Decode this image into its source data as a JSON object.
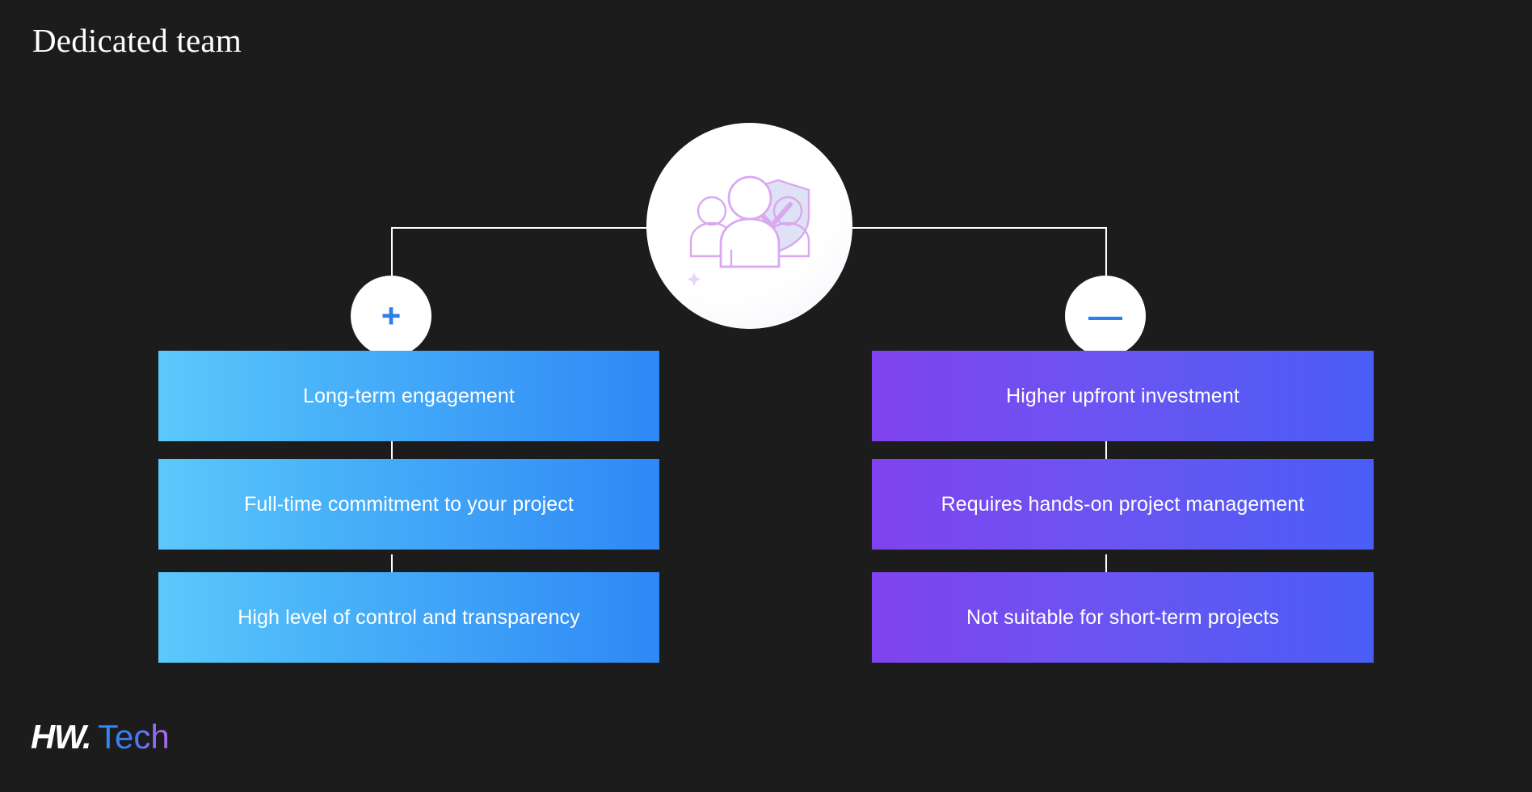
{
  "page": {
    "title": "Dedicated team",
    "background_color": "#1c1c1c"
  },
  "hero": {
    "icon_name": "team-shield-check-icon",
    "bubble_color": "#ffffff",
    "icon_stroke_color": "#d9a8f0"
  },
  "columns": [
    {
      "side": "pros",
      "sign_label": "+",
      "sign_color": "#2b7fe8",
      "gradient_from": "#5cc8fb",
      "gradient_to": "#2f88f5",
      "items": [
        "Long-term engagement",
        "Full-time commitment to your project",
        "High level of control and transparency"
      ]
    },
    {
      "side": "cons",
      "sign_label": "—",
      "sign_color": "#2b7fe8",
      "gradient_from": "#8043ef",
      "gradient_to": "#4a5ef5",
      "items": [
        "Higher upfront investment",
        "Requires hands-on project management",
        "Not suitable for short-term projects"
      ]
    }
  ],
  "logo": {
    "mark": "HW.",
    "word": "Tech",
    "mark_color": "#ffffff",
    "word_gradient_from": "#2f8ef7",
    "word_gradient_to": "#a86ae8"
  }
}
